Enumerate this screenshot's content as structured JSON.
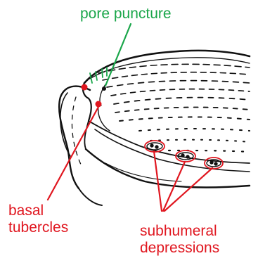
{
  "labels": {
    "pore_puncture": "pore puncture",
    "basal_tubercles": [
      "basal",
      "tubercles"
    ],
    "subhumeral_depressions": [
      "subhumeral",
      "depressions"
    ]
  },
  "colors": {
    "pore_label": "#1aa64a",
    "tubercle_label": "#e0161f",
    "depression_label": "#e0161f",
    "drawing_ink": "#111111",
    "marker_dot": "#e0161f"
  }
}
